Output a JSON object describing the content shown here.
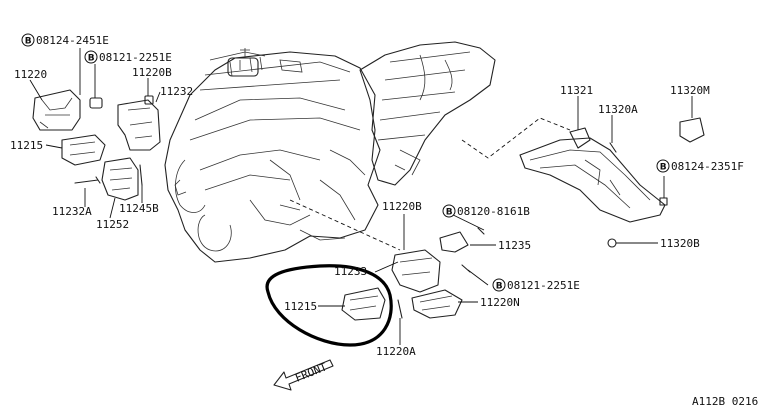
{
  "labels": {
    "b08124_2451e": "08124-2451E",
    "b08121_2251e_top": "08121-2251E",
    "p11220": "11220",
    "p11220b_top": "11220B",
    "p11232": "11232",
    "p11215_left": "11215",
    "p11232a": "11232A",
    "p11245b": "11245B",
    "p11252": "11252",
    "p11321": "11321",
    "p11320a": "11320A",
    "p11320m": "11320M",
    "b08124_2351f": "08124-2351F",
    "p11220b_mid": "11220B",
    "b08120_8161b": "08120-8161B",
    "p11235": "11235",
    "p11320b": "11320B",
    "p11233": "11233",
    "b08121_2251e_bot": "08121-2251E",
    "p11215_bottom": "11215",
    "p11220n": "11220N",
    "p11220a": "11220A",
    "front": "FRONT",
    "ref_code": "A112B 0216"
  },
  "badge_letter": "B",
  "colors": {
    "line": "#222222",
    "background": "#ffffff"
  }
}
